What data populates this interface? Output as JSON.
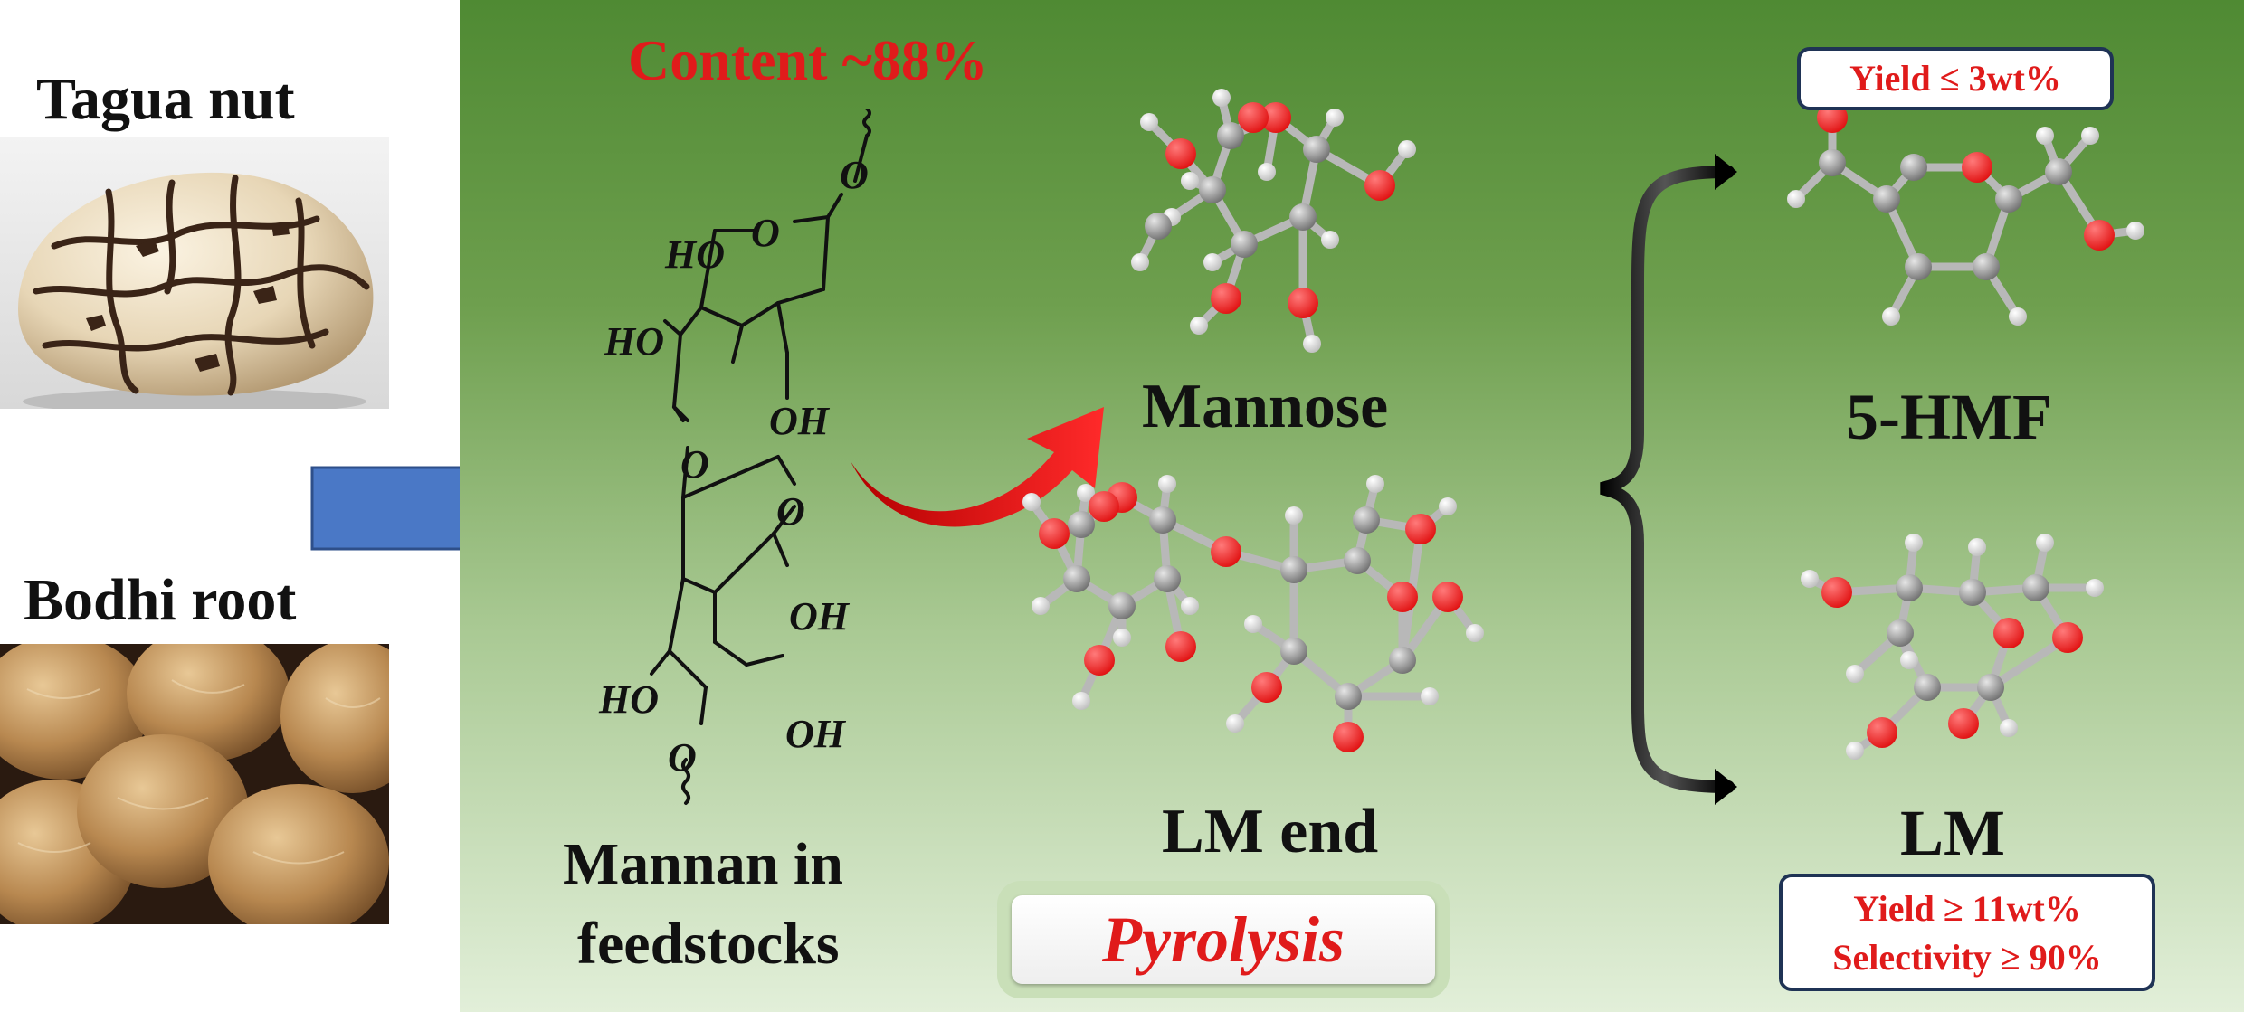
{
  "feedstocks": {
    "tagua_label": "Tagua nut",
    "bodhi_label": "Bodhi root"
  },
  "mannan": {
    "content_label": "Content ~88%",
    "caption_line1": "Mannan in",
    "caption_line2": "feedstocks",
    "groups": {
      "ho_top": "HO",
      "ho_mid": "HO",
      "oh_mid": "OH",
      "o_ring1": "O",
      "o_link_top": "O",
      "o_link_mid": "O",
      "o_ring2": "O",
      "oh_r2": "OH",
      "ho_r2": "HO",
      "oh_r2b": "OH",
      "o_link_bot": "O"
    }
  },
  "products": {
    "mannose_label": "Mannose",
    "lm_end_label": "LM end",
    "hmf_label": "5-HMF",
    "lm_label": "LM"
  },
  "process": {
    "pyrolysis_label": "Pyrolysis"
  },
  "yields": {
    "hmf_yield": "Yield ≤ 3wt%",
    "lm_yield": "Yield ≥ 11wt%",
    "lm_selectivity": "Selectivity ≥ 90%"
  },
  "colors": {
    "oxygen": "#e01010",
    "carbon": "#9a9a9a",
    "hydrogen": "#f2f2f2",
    "arrow_blue": "#4a78c6",
    "highlight_red": "#e01b1b",
    "box_border": "#1f3355"
  },
  "icons": {
    "feed_arrow": "blue-arrow-icon",
    "curved_arrow": "red-curved-arrow-icon",
    "brace": "black-brace-arrow-icon"
  }
}
